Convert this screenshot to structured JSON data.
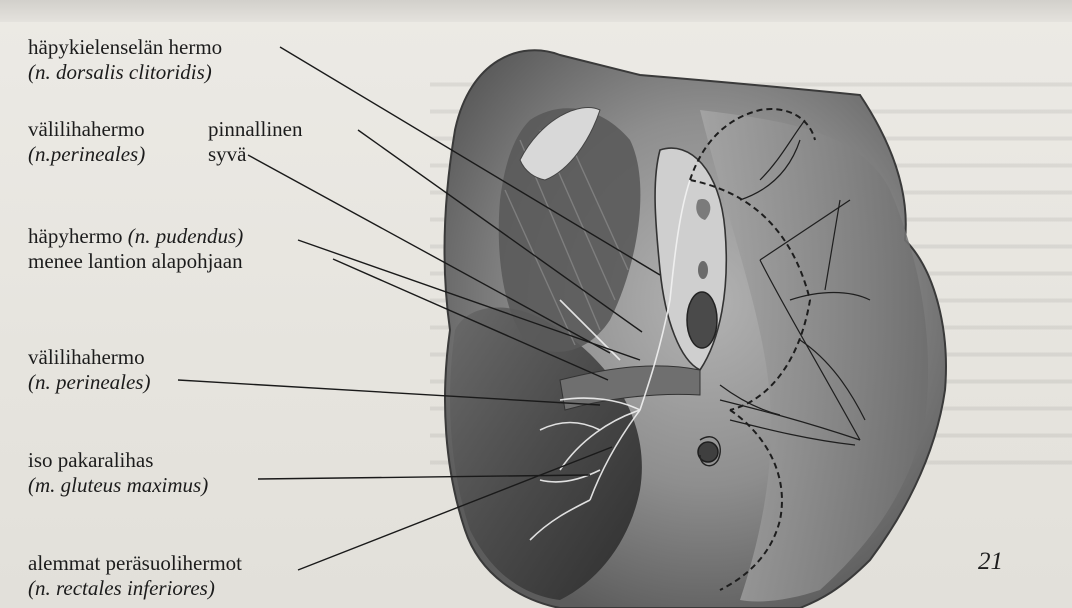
{
  "labels": {
    "dorsal_nerve": {
      "line1": "häpykielenselän hermo",
      "line2": "(n. dorsalis clitoridis)"
    },
    "perineal_nerve_top": {
      "line1": "välilihahermo",
      "line2": "(n.perineales)"
    },
    "superficial": "pinnallinen",
    "deep": "syvä",
    "pudendal": {
      "line1": "häpyhermo ",
      "line1_italic": "(n. pudendus)",
      "line2": "menee lantion alapohjaan"
    },
    "perineal_nerve_mid": {
      "line1": "välilihahermo",
      "line2": "(n. perineales)"
    },
    "gluteus": {
      "line1": "iso pakaralihas",
      "line2": "(m. gluteus maximus)"
    },
    "rectal_nerves": {
      "line1": "alemmat peräsuolihermot",
      "line2": "(n. rectales inferiores)"
    }
  },
  "page_number": "21",
  "colors": {
    "text": "#1c1c1c",
    "leader_line": "#1a1a1a",
    "figure_dark": "#3d3d3d",
    "figure_mid": "#8a8a8a",
    "figure_light": "#c8c8c8"
  }
}
